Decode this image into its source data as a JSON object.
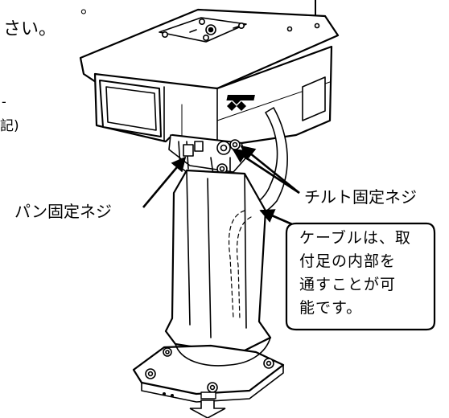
{
  "top_text": {
    "line1_tail": "。",
    "line2_tail": "さい。",
    "line3_tail": "-",
    "line4_tail": "記)"
  },
  "labels": {
    "pan_screw": "パン固定ネジ",
    "tilt_screw": "チルト固定ネジ"
  },
  "callout": {
    "lines": [
      "ケーブルは、取",
      "付足の内部を",
      "通すことが可",
      "能です。"
    ]
  },
  "colors": {
    "line": "#000000",
    "background": "#ffffff"
  }
}
